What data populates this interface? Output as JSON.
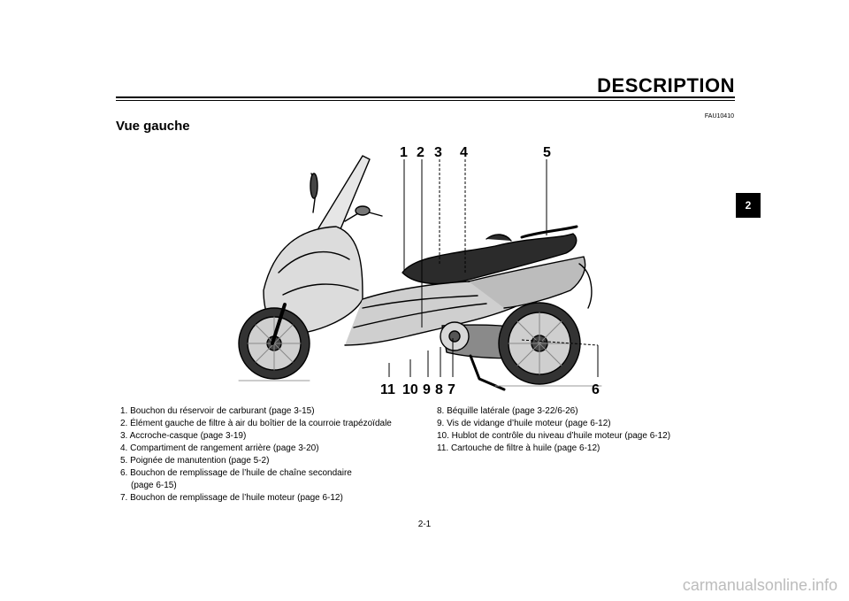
{
  "header": {
    "title": "DESCRIPTION",
    "code": "FAU10410"
  },
  "section": {
    "title": "Vue gauche"
  },
  "chapter_tab": "2",
  "callouts": [
    "1",
    "2",
    "3",
    "4",
    "5",
    "6",
    "7",
    "8",
    "9",
    "10",
    "11"
  ],
  "parts_left": [
    "1. Bouchon du réservoir de carburant (page 3-15)",
    "2. Élément gauche de filtre à air du boîtier de la courroie trapézoïdale",
    "3. Accroche-casque (page 3-19)",
    "4. Compartiment de rangement arrière (page 3-20)",
    "5. Poignée de manutention (page 5-2)",
    "6. Bouchon de remplissage de l’huile de chaîne secondaire",
    "(page 6-15)",
    "7. Bouchon de remplissage de l’huile moteur (page 6-12)"
  ],
  "parts_right": [
    "8. Béquille latérale (page 3-22/6-26)",
    "9. Vis de vidange d’huile moteur (page 6-12)",
    "10. Hublot de contrôle du niveau d’huile moteur (page 6-12)",
    "11. Cartouche de filtre à huile (page 6-12)"
  ],
  "page_number": "2-1",
  "watermark": "carmanualsonline.info"
}
